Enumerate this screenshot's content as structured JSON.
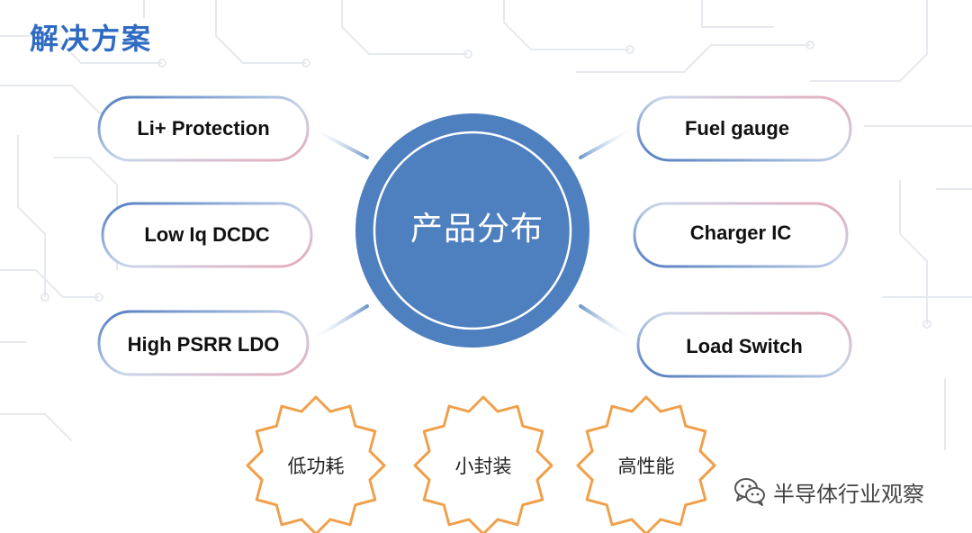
{
  "title": "解决方案",
  "center": {
    "label": "产品分布",
    "color": "#4e7fbf"
  },
  "left_items": [
    {
      "label": "Li+ Protection"
    },
    {
      "label": "Low Iq DCDC"
    },
    {
      "label": "High PSRR LDO"
    }
  ],
  "right_items": [
    {
      "label": "Fuel gauge"
    },
    {
      "label": "Charger IC"
    },
    {
      "label": "Load Switch"
    }
  ],
  "features": [
    {
      "label": "低功耗"
    },
    {
      "label": "小封装"
    },
    {
      "label": "高性能"
    }
  ],
  "watermark": {
    "text": "半导体行业观察",
    "icon": "wechat-icon"
  },
  "colors": {
    "accent": "#2f6bc2",
    "star_stroke": "#f0a04b",
    "pill_blue": "#4f7bbf",
    "pill_pink": "#e6b9c4"
  }
}
